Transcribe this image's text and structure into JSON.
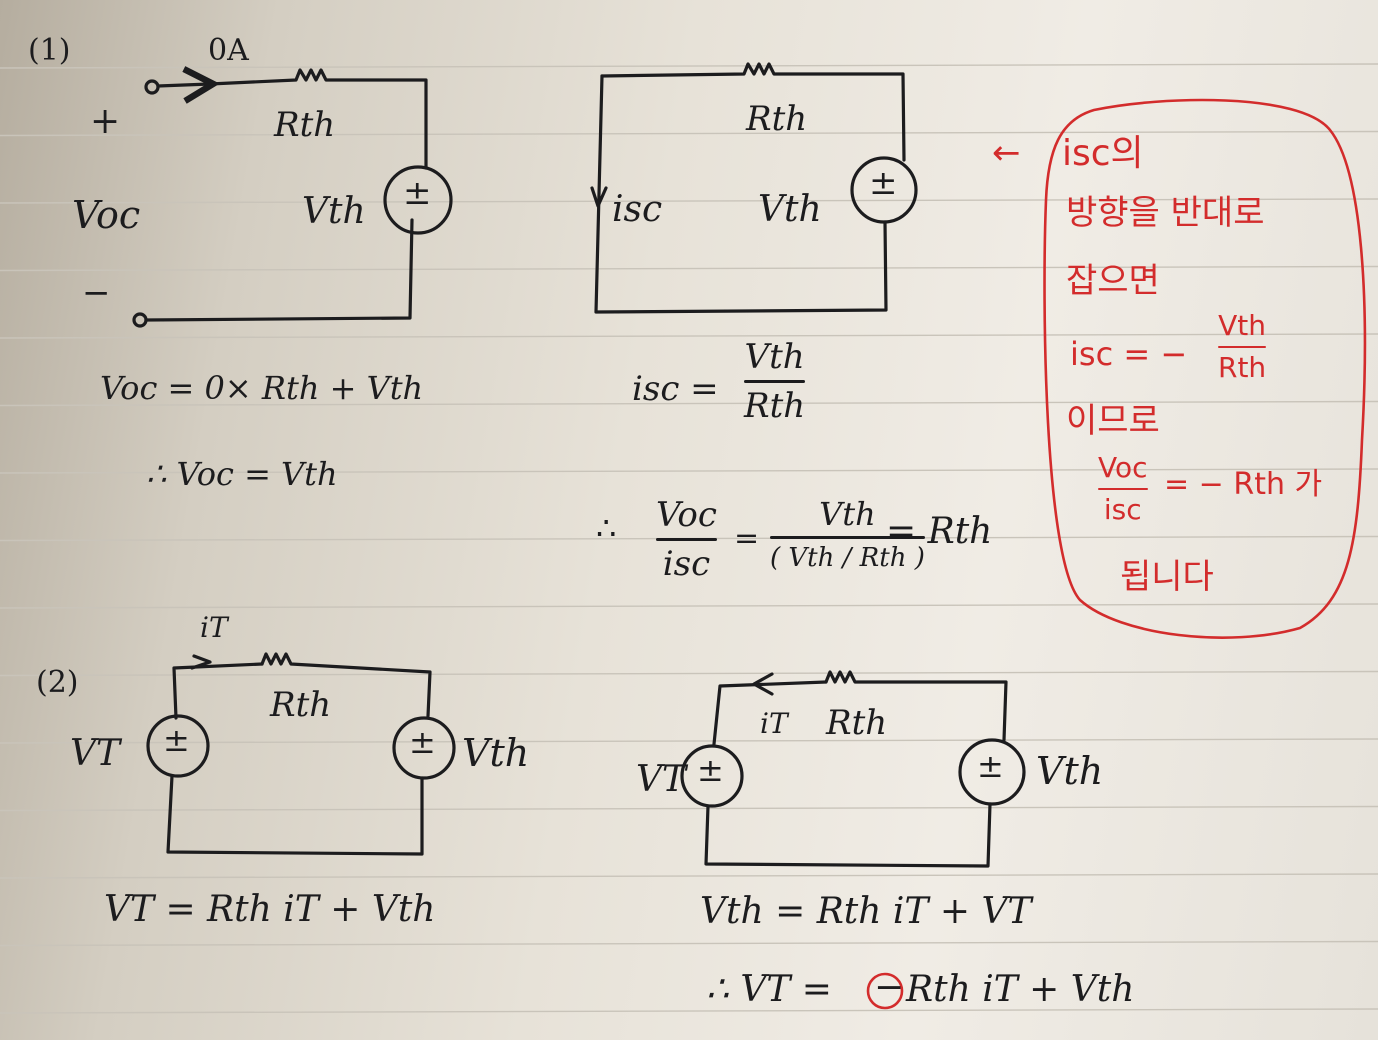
{
  "part1_label": "(1)",
  "part2_label": "(2)",
  "open_circuit": {
    "current": "0A",
    "plus": "+",
    "minus": "−",
    "voltage": "Voc",
    "resistor": "Rth",
    "source_label": "Vth",
    "source_sign": "±",
    "eq1": "Voc = 0× Rth + Vth",
    "eq2": "∴ Voc = Vth"
  },
  "short_circuit": {
    "resistor": "Rth",
    "source_label": "Vth",
    "source_sign": "±",
    "current": "isc",
    "eq_lhs": "isc =",
    "eq_num": "Vth",
    "eq_den": "Rth",
    "ratio_therefore": "∴",
    "ratio_num": "Voc",
    "ratio_den": "isc",
    "ratio_eq": "=",
    "ratio_num2": "Vth",
    "ratio_den2": "( Vth / Rth )",
    "ratio_result": "= Rth"
  },
  "note": {
    "arrow": "←",
    "line1": "isc의",
    "line2": "방향을 반대로",
    "line3": "잡으면",
    "line4_lhs": "isc = −",
    "line4_num": "Vth",
    "line4_den": "Rth",
    "line5": "이므로",
    "line6_num": "Voc",
    "line6_den": "isc",
    "line6_rhs": "= − Rth 가",
    "line7": "됩니다"
  },
  "test_circuit_a": {
    "current": "iT",
    "resistor": "Rth",
    "source_left_label": "VT",
    "source_right_label": "Vth",
    "source_sign": "±",
    "eq": "VT = Rth iT + Vth"
  },
  "test_circuit_b": {
    "current": "iT",
    "resistor": "Rth",
    "source_left_label": "VT",
    "source_right_label": "Vth",
    "source_sign": "±",
    "eq1": "Vth = Rth iT + VT",
    "eq2_prefix": "∴ VT =",
    "eq2_minus": "−",
    "eq2_rest": "Rth iT + Vth"
  },
  "colors": {
    "ink": "#1c1c1e",
    "red_pen": "#d32c2c",
    "paper": "#ece8e0",
    "rule_line": "#c9c4ba"
  }
}
